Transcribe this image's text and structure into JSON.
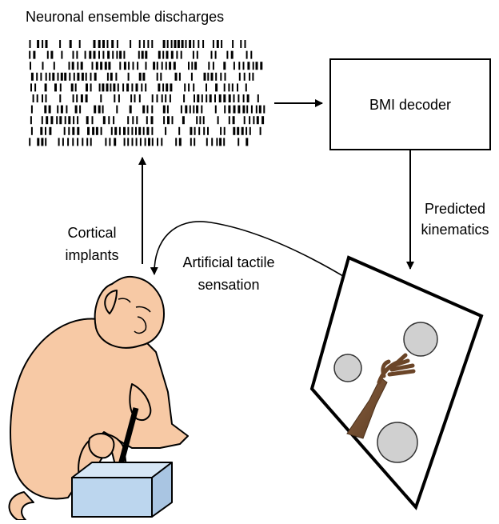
{
  "labels": {
    "raster_title": "Neuronal ensemble discharges",
    "decoder": "BMI decoder",
    "predicted_line1": "Predicted",
    "predicted_line2": "kinematics",
    "cortical_line1": "Cortical",
    "cortical_line2": "implants",
    "tactile_line1": "Artificial tactile",
    "tactile_line2": "sensation"
  },
  "icons": {
    "monkey": "monkey-illustration",
    "box": "joystick-box",
    "arm": "virtual-arm",
    "screen": "display-screen"
  },
  "colors": {
    "monkey_fill": "#f7c9a5",
    "box_fill": "#bcd6ee",
    "target_fill": "#d0d0d0",
    "arm_fill": "#7a5233"
  }
}
